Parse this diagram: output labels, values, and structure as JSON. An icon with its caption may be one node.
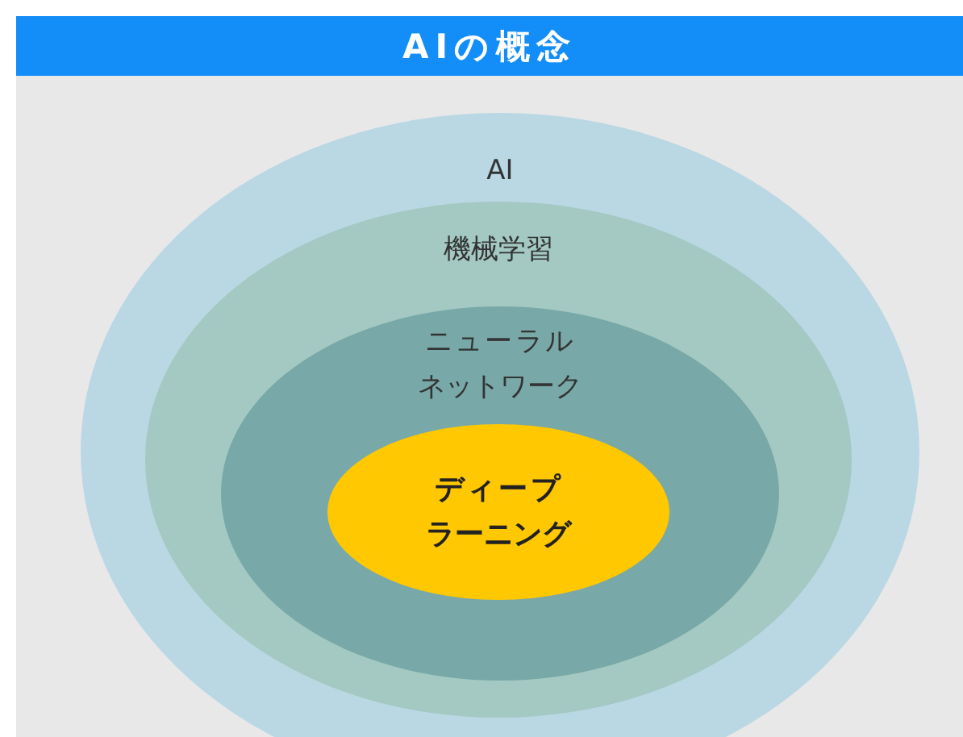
{
  "diagram": {
    "title": "AIの概念",
    "nodes": [
      {
        "text": [
          "AI"
        ]
      },
      {
        "text": [
          "機械学習"
        ],
        "in": 0
      },
      {
        "text": [
          "ニューラルネットワーク"
        ],
        "in": 1
      },
      {
        "text": [
          "ディープラーニング"
        ],
        "in": 2
      }
    ]
  }
}
